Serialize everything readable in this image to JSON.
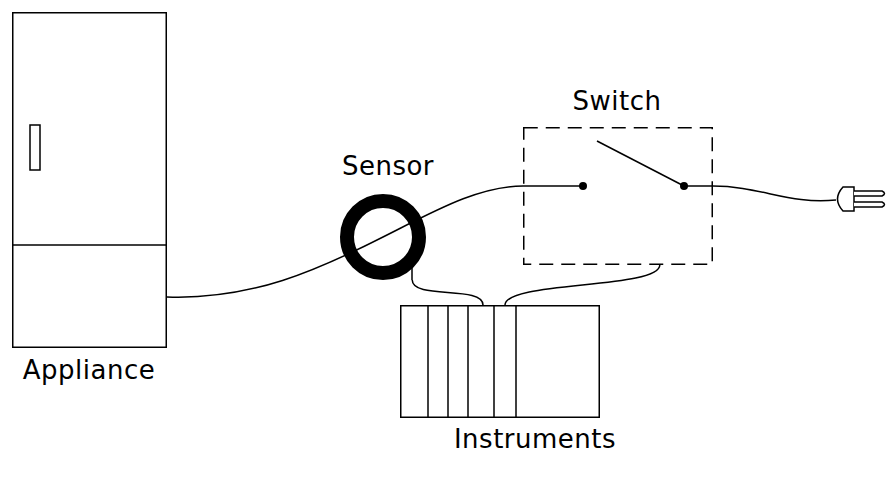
{
  "diagram": {
    "nodes": [
      {
        "text": [
          "Appliance"
        ]
      },
      {
        "text": [
          "Sensor"
        ]
      },
      {
        "text": [
          "Switch"
        ]
      },
      {
        "text": [
          "Instruments"
        ]
      }
    ],
    "edges": [
      {
        "from": 0,
        "to": 2,
        "arrow": "none"
      },
      {
        "from": 1,
        "to": 3,
        "arrow": "none"
      },
      {
        "from": 2,
        "to": 3,
        "arrow": "none"
      }
    ]
  }
}
